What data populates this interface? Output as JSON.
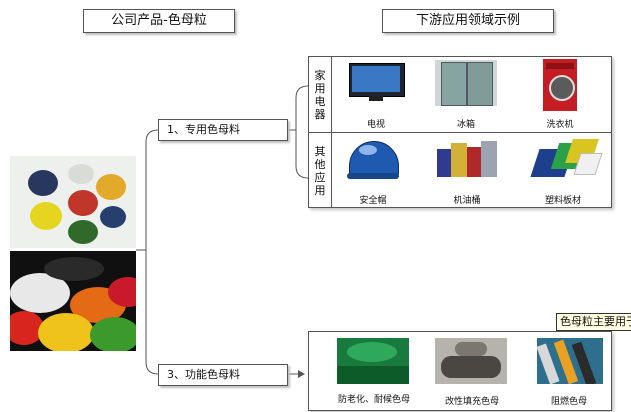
{
  "headers": {
    "left": "公司产品-色母粒",
    "right": "下游应用领域示例"
  },
  "categories": [
    {
      "label": "1、专用色母料"
    },
    {
      "label": "3、功能色母料"
    }
  ],
  "groups": [
    {
      "label": "家用电器",
      "items": [
        {
          "label": "电视"
        },
        {
          "label": "冰箱"
        },
        {
          "label": "洗衣机"
        }
      ]
    },
    {
      "label": "其他应用",
      "items": [
        {
          "label": "安全帽"
        },
        {
          "label": "机油桶"
        },
        {
          "label": "塑料板材"
        }
      ]
    }
  ],
  "function_items": [
    {
      "label": "防老化、耐候色母"
    },
    {
      "label": "改性填充色母"
    },
    {
      "label": "阻燃色母"
    }
  ],
  "tooltip": "色母粒主要用于"
}
